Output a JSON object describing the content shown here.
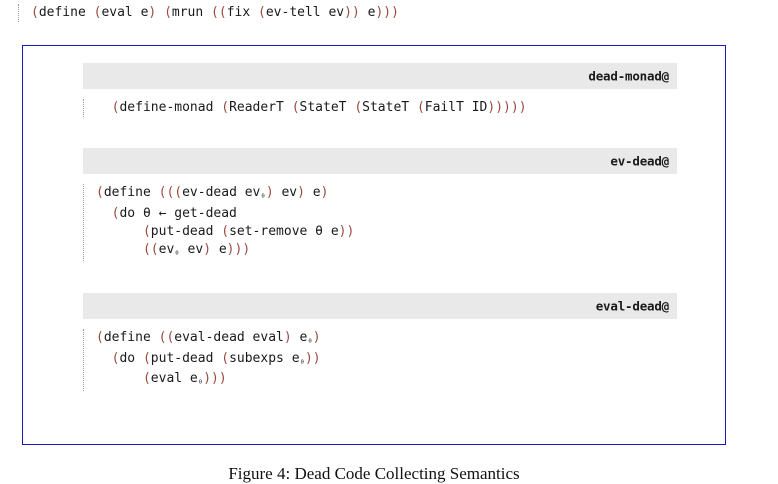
{
  "document": {
    "page_background": "#ffffff",
    "figure_border_color": "#1a1ac0",
    "header_bar_color": "#e9e9e9",
    "paren_color": "#9b4a41",
    "code_color": "#1a1a1a"
  },
  "preamble": {
    "code_line": "(define (eval e) (mrun ((fix (ev-tell ev)) e)))"
  },
  "figure": {
    "caption": "Figure 4: Dead Code Collecting Semantics",
    "sections": [
      {
        "header_label": "dead-monad@",
        "code_lines": [
          "  (define-monad (ReaderT (StateT (StateT (FailT ID)))))"
        ]
      },
      {
        "header_label": "ev-dead@",
        "code_lines": [
          "(define (((ev-dead ev₀) ev) e)",
          "  (do θ ← get-dead",
          "      (put-dead (set-remove θ e))",
          "      ((ev₀ ev) e)))"
        ]
      },
      {
        "header_label": "eval-dead@",
        "code_lines": [
          "(define ((eval-dead eval) e₀)",
          "  (do (put-dead (subexps e₀))",
          "      (eval e₀)))"
        ]
      }
    ]
  }
}
